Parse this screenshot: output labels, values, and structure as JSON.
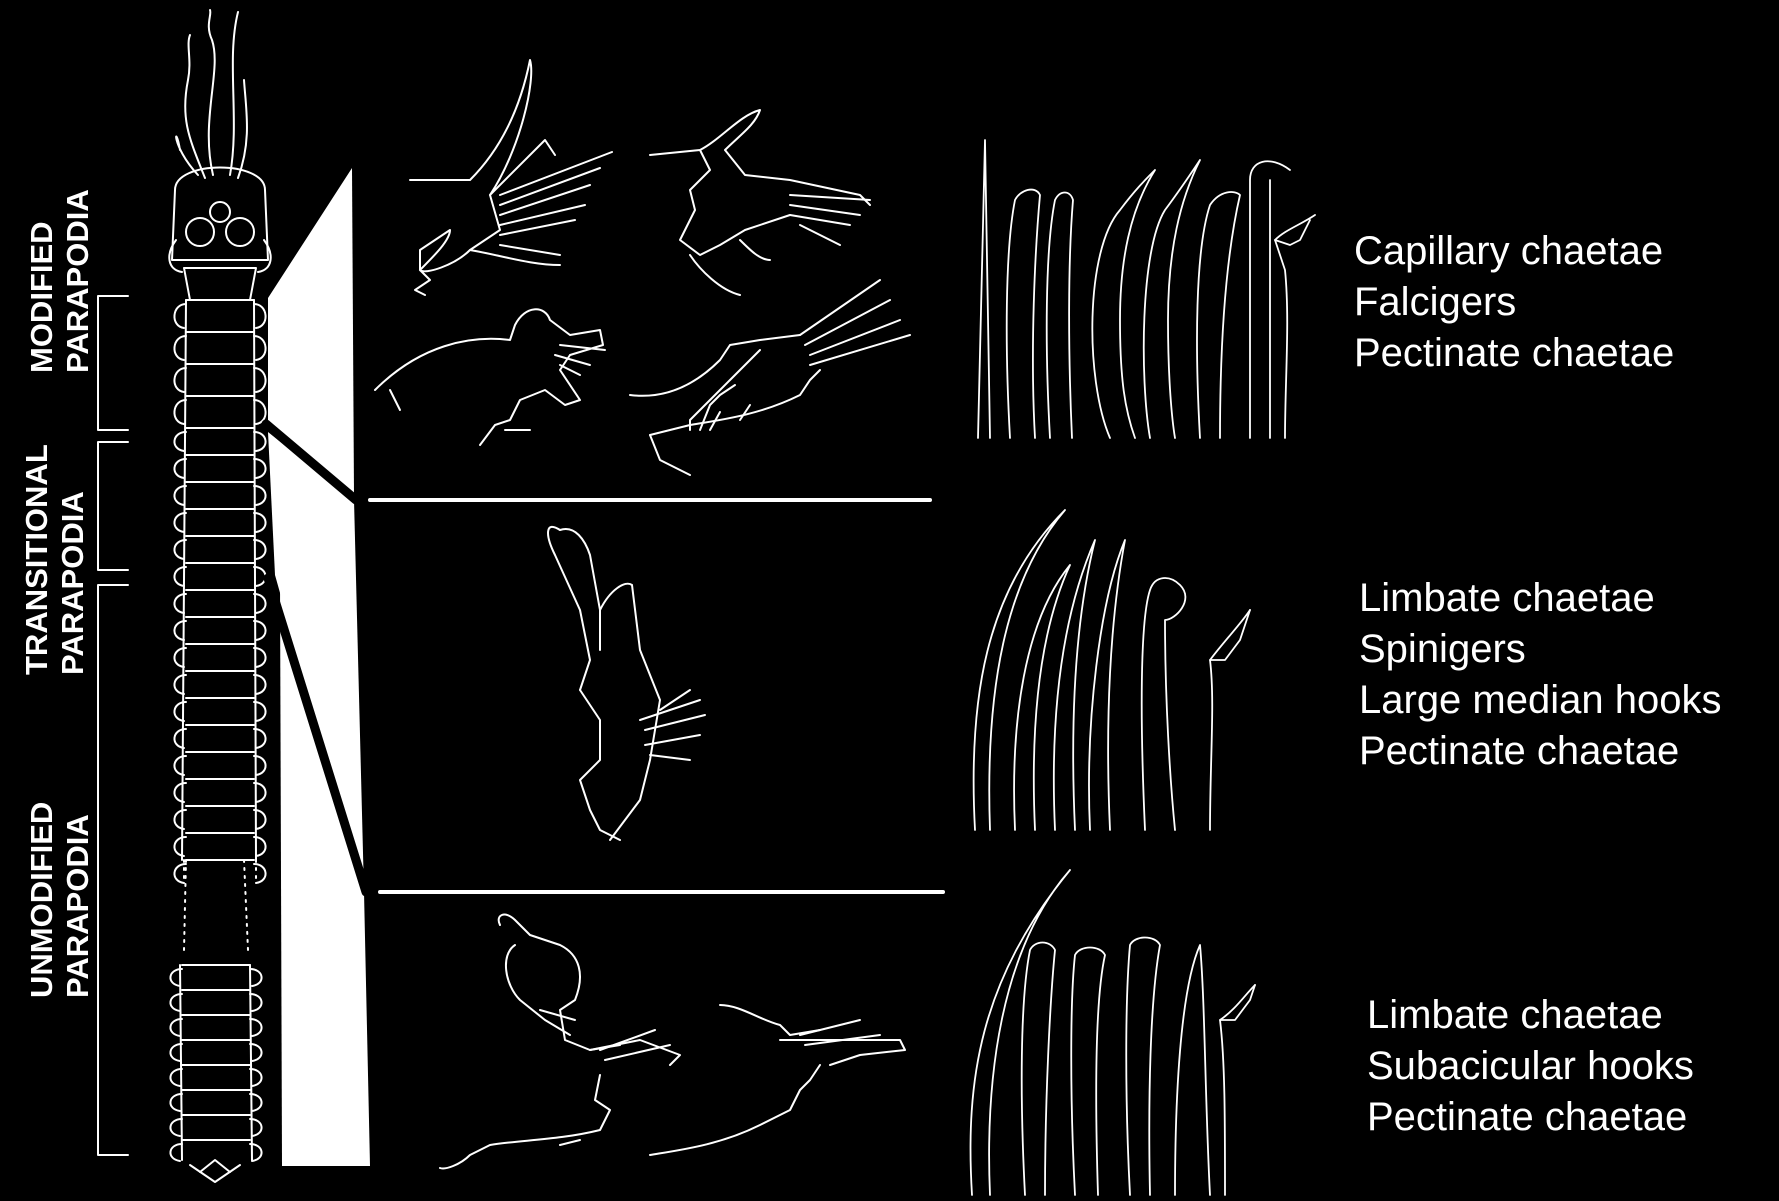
{
  "regions": {
    "modified": {
      "line1": "MODIFIED",
      "line2": "PARAPODIA"
    },
    "transitional": {
      "line1": "TRANSITIONAL",
      "line2": "PARAPODIA"
    },
    "unmodified": {
      "line1": "UNMODIFIED",
      "line2": "PARAPODIA"
    }
  },
  "panels": [
    {
      "chaetae": [
        "Capillary chaetae",
        "Falcigers",
        "Pectinate chaetae"
      ]
    },
    {
      "chaetae": [
        "Limbate chaetae",
        "Spinigers",
        "Large median hooks",
        "Pectinate chaetae"
      ]
    },
    {
      "chaetae": [
        "Limbate chaetae",
        "Subacicular hooks",
        "Pectinate chaetae"
      ]
    }
  ],
  "colors": {
    "background": "#000000",
    "line": "#ffffff"
  }
}
